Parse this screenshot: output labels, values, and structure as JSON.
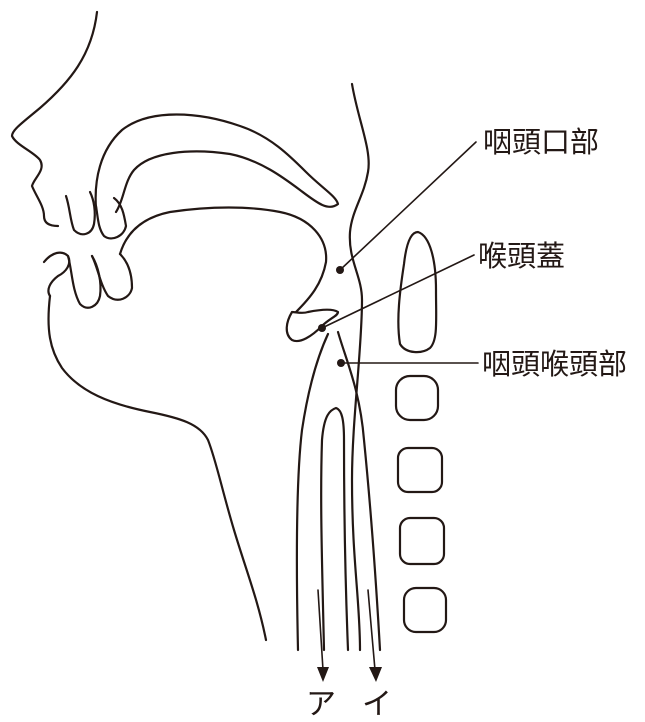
{
  "labels": {
    "oropharynx": "咽頭口部",
    "epiglottis": "喉頭蓋",
    "laryngopharynx": "咽頭喉頭部"
  },
  "arrows": {
    "a": "ア",
    "i": "イ"
  }
}
